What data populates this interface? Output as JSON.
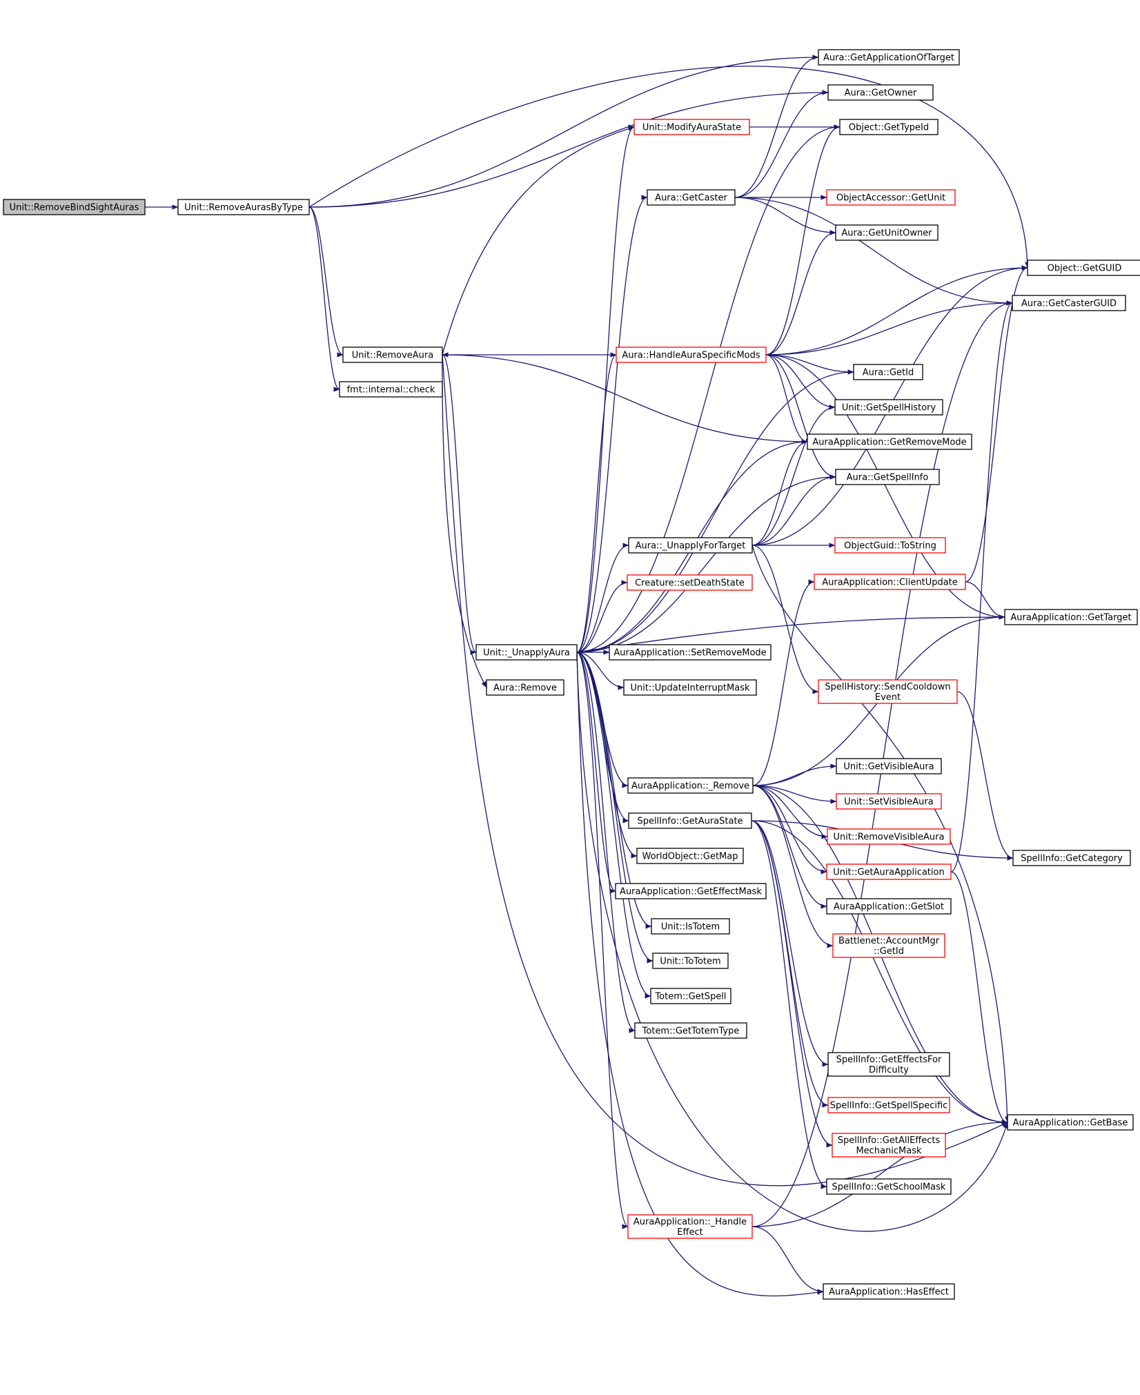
{
  "colors": {
    "edge": "#191970",
    "node_border_normal": "#000000",
    "node_border_truncated": "#ff0000",
    "node_fill_root": "#bfbfbf",
    "node_fill": "#ffffff"
  },
  "nodes": [
    {
      "id": "n0",
      "lines": [
        "Unit::RemoveBindSightAuras"
      ],
      "style": "root"
    },
    {
      "id": "n1",
      "lines": [
        "Unit::RemoveAurasByType"
      ],
      "style": "normal"
    },
    {
      "id": "n2",
      "lines": [
        "Unit::RemoveAura"
      ],
      "style": "normal"
    },
    {
      "id": "n3",
      "lines": [
        "fmt::internal::check"
      ],
      "style": "normal"
    },
    {
      "id": "n4",
      "lines": [
        "Unit::_UnapplyAura"
      ],
      "style": "normal"
    },
    {
      "id": "n5",
      "lines": [
        "Aura::Remove"
      ],
      "style": "normal"
    },
    {
      "id": "n6",
      "lines": [
        "Unit::ModifyAuraState"
      ],
      "style": "truncated"
    },
    {
      "id": "n7",
      "lines": [
        "Aura::GetCaster"
      ],
      "style": "normal"
    },
    {
      "id": "n8",
      "lines": [
        "Aura::HandleAuraSpecificMods"
      ],
      "style": "truncated"
    },
    {
      "id": "n9",
      "lines": [
        "Aura::_UnapplyForTarget"
      ],
      "style": "normal"
    },
    {
      "id": "n10",
      "lines": [
        "Creature::setDeathState"
      ],
      "style": "truncated"
    },
    {
      "id": "n11",
      "lines": [
        "AuraApplication::SetRemoveMode"
      ],
      "style": "normal"
    },
    {
      "id": "n12",
      "lines": [
        "Unit::UpdateInterruptMask"
      ],
      "style": "normal"
    },
    {
      "id": "n13",
      "lines": [
        "AuraApplication::_Remove"
      ],
      "style": "normal"
    },
    {
      "id": "n14",
      "lines": [
        "SpellInfo::GetAuraState"
      ],
      "style": "normal"
    },
    {
      "id": "n15",
      "lines": [
        "WorldObject::GetMap"
      ],
      "style": "normal"
    },
    {
      "id": "n16",
      "lines": [
        "AuraApplication::GetEffectMask"
      ],
      "style": "normal"
    },
    {
      "id": "n17",
      "lines": [
        "Unit::IsTotem"
      ],
      "style": "normal"
    },
    {
      "id": "n18",
      "lines": [
        "Unit::ToTotem"
      ],
      "style": "normal"
    },
    {
      "id": "n19",
      "lines": [
        "Totem::GetSpell"
      ],
      "style": "normal"
    },
    {
      "id": "n20",
      "lines": [
        "Totem::GetTotemType"
      ],
      "style": "normal"
    },
    {
      "id": "n21",
      "lines": [
        "AuraApplication::_Handle",
        "Effect"
      ],
      "style": "truncated"
    },
    {
      "id": "n22",
      "lines": [
        "Aura::GetApplicationOfTarget"
      ],
      "style": "normal"
    },
    {
      "id": "n23",
      "lines": [
        "Aura::GetOwner"
      ],
      "style": "normal"
    },
    {
      "id": "n24",
      "lines": [
        "Object::GetTypeId"
      ],
      "style": "normal"
    },
    {
      "id": "n25",
      "lines": [
        "ObjectAccessor::GetUnit"
      ],
      "style": "truncated"
    },
    {
      "id": "n26",
      "lines": [
        "Aura::GetUnitOwner"
      ],
      "style": "normal"
    },
    {
      "id": "n27",
      "lines": [
        "Object::GetGUID"
      ],
      "style": "normal"
    },
    {
      "id": "n28",
      "lines": [
        "Aura::GetCasterGUID"
      ],
      "style": "normal"
    },
    {
      "id": "n29",
      "lines": [
        "Aura::GetId"
      ],
      "style": "normal"
    },
    {
      "id": "n30",
      "lines": [
        "Unit::GetSpellHistory"
      ],
      "style": "normal"
    },
    {
      "id": "n31",
      "lines": [
        "AuraApplication::GetRemoveMode"
      ],
      "style": "normal"
    },
    {
      "id": "n32",
      "lines": [
        "Aura::GetSpellInfo"
      ],
      "style": "normal"
    },
    {
      "id": "n33",
      "lines": [
        "ObjectGuid::ToString"
      ],
      "style": "truncated"
    },
    {
      "id": "n34",
      "lines": [
        "AuraApplication::ClientUpdate"
      ],
      "style": "truncated"
    },
    {
      "id": "n35",
      "lines": [
        "AuraApplication::GetTarget"
      ],
      "style": "normal"
    },
    {
      "id": "n36",
      "lines": [
        "SpellHistory::SendCooldown",
        "Event"
      ],
      "style": "truncated"
    },
    {
      "id": "n37",
      "lines": [
        "Unit::GetVisibleAura"
      ],
      "style": "normal"
    },
    {
      "id": "n38",
      "lines": [
        "Unit::SetVisibleAura"
      ],
      "style": "truncated"
    },
    {
      "id": "n39",
      "lines": [
        "Unit::RemoveVisibleAura"
      ],
      "style": "truncated"
    },
    {
      "id": "n40",
      "lines": [
        "Unit::GetAuraApplication"
      ],
      "style": "truncated"
    },
    {
      "id": "n41",
      "lines": [
        "SpellInfo::GetCategory"
      ],
      "style": "normal"
    },
    {
      "id": "n42",
      "lines": [
        "AuraApplication::GetSlot"
      ],
      "style": "normal"
    },
    {
      "id": "n43",
      "lines": [
        "Battlenet::AccountMgr",
        "::GetId"
      ],
      "style": "truncated"
    },
    {
      "id": "n44",
      "lines": [
        "SpellInfo::GetEffectsFor",
        "Difficulty"
      ],
      "style": "normal"
    },
    {
      "id": "n45",
      "lines": [
        "SpellInfo::GetSpellSpecific"
      ],
      "style": "truncated"
    },
    {
      "id": "n46",
      "lines": [
        "SpellInfo::GetAllEffects",
        "MechanicMask"
      ],
      "style": "truncated"
    },
    {
      "id": "n47",
      "lines": [
        "SpellInfo::GetSchoolMask"
      ],
      "style": "normal"
    },
    {
      "id": "n48",
      "lines": [
        "AuraApplication::GetBase"
      ],
      "style": "normal"
    },
    {
      "id": "n49",
      "lines": [
        "AuraApplication::HasEffect"
      ],
      "style": "normal"
    }
  ],
  "edges": [
    [
      "n0",
      "n1"
    ],
    [
      "n1",
      "n2"
    ],
    [
      "n1",
      "n3"
    ],
    [
      "n1",
      "n22"
    ],
    [
      "n1",
      "n23"
    ],
    [
      "n1",
      "n27"
    ],
    [
      "n2",
      "n4"
    ],
    [
      "n2",
      "n5"
    ],
    [
      "n2",
      "n6"
    ],
    [
      "n2",
      "n31"
    ],
    [
      "n2",
      "n48"
    ],
    [
      "n4",
      "n6"
    ],
    [
      "n4",
      "n7"
    ],
    [
      "n4",
      "n8"
    ],
    [
      "n4",
      "n9"
    ],
    [
      "n4",
      "n10"
    ],
    [
      "n4",
      "n11"
    ],
    [
      "n4",
      "n12"
    ],
    [
      "n4",
      "n13"
    ],
    [
      "n4",
      "n14"
    ],
    [
      "n4",
      "n15"
    ],
    [
      "n4",
      "n16"
    ],
    [
      "n4",
      "n17"
    ],
    [
      "n4",
      "n18"
    ],
    [
      "n4",
      "n19"
    ],
    [
      "n4",
      "n20"
    ],
    [
      "n4",
      "n21"
    ],
    [
      "n4",
      "n24"
    ],
    [
      "n4",
      "n29"
    ],
    [
      "n4",
      "n31"
    ],
    [
      "n4",
      "n32"
    ],
    [
      "n4",
      "n35"
    ],
    [
      "n4",
      "n48"
    ],
    [
      "n4",
      "n49"
    ],
    [
      "n6",
      "n24"
    ],
    [
      "n7",
      "n22"
    ],
    [
      "n7",
      "n23"
    ],
    [
      "n7",
      "n25"
    ],
    [
      "n7",
      "n26"
    ],
    [
      "n7",
      "n28"
    ],
    [
      "n8",
      "n2"
    ],
    [
      "n8",
      "n24"
    ],
    [
      "n8",
      "n26"
    ],
    [
      "n8",
      "n27"
    ],
    [
      "n8",
      "n28"
    ],
    [
      "n8",
      "n29"
    ],
    [
      "n8",
      "n30"
    ],
    [
      "n8",
      "n31"
    ],
    [
      "n8",
      "n32"
    ],
    [
      "n8",
      "n35"
    ],
    [
      "n9",
      "n27"
    ],
    [
      "n9",
      "n30"
    ],
    [
      "n9",
      "n31"
    ],
    [
      "n9",
      "n32"
    ],
    [
      "n9",
      "n33"
    ],
    [
      "n9",
      "n36"
    ],
    [
      "n9",
      "n48"
    ],
    [
      "n13",
      "n34"
    ],
    [
      "n13",
      "n35"
    ],
    [
      "n13",
      "n37"
    ],
    [
      "n13",
      "n38"
    ],
    [
      "n13",
      "n39"
    ],
    [
      "n13",
      "n40"
    ],
    [
      "n13",
      "n42"
    ],
    [
      "n13",
      "n43"
    ],
    [
      "n13",
      "n48"
    ],
    [
      "n14",
      "n41"
    ],
    [
      "n14",
      "n44"
    ],
    [
      "n14",
      "n45"
    ],
    [
      "n14",
      "n46"
    ],
    [
      "n14",
      "n47"
    ],
    [
      "n14",
      "n48"
    ],
    [
      "n21",
      "n28"
    ],
    [
      "n21",
      "n48"
    ],
    [
      "n21",
      "n49"
    ],
    [
      "n34",
      "n27"
    ],
    [
      "n34",
      "n35"
    ],
    [
      "n36",
      "n41"
    ],
    [
      "n40",
      "n28"
    ],
    [
      "n40",
      "n48"
    ]
  ]
}
